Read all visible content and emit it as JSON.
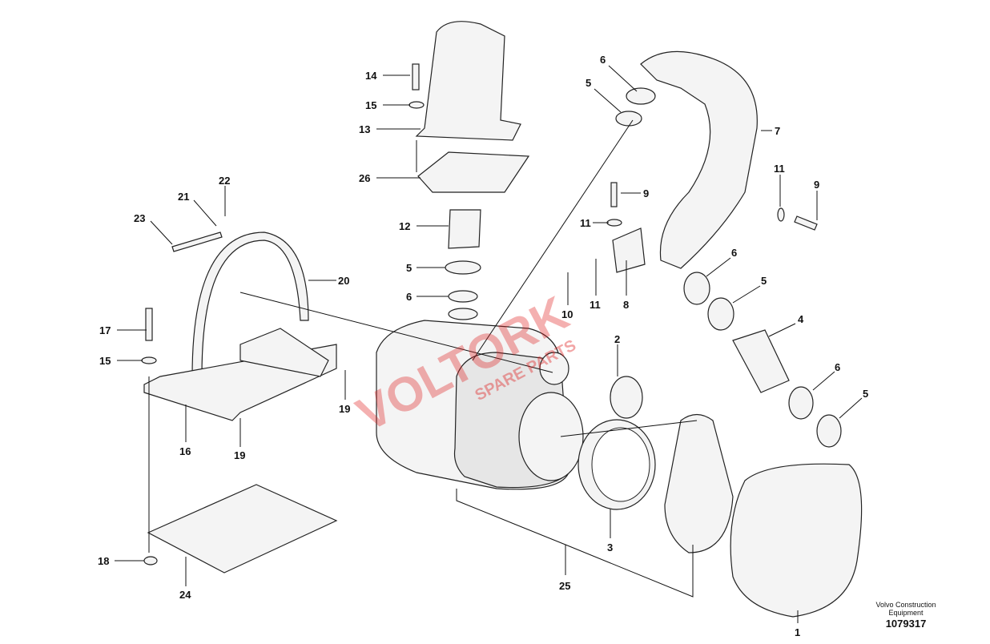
{
  "diagram": {
    "callouts": {
      "c14": "14",
      "c15a": "15",
      "c13": "13",
      "c26": "26",
      "c12": "12",
      "c5a": "5",
      "c6a": "6",
      "c22": "22",
      "c21": "21",
      "c23": "23",
      "c20": "20",
      "c17": "17",
      "c15b": "15",
      "c16": "16",
      "c19a": "19",
      "c19b": "19",
      "c18": "18",
      "c24": "24",
      "c25": "25",
      "c3": "3",
      "c2": "2",
      "c1": "1",
      "c4": "4",
      "c6b": "6",
      "c5b": "5",
      "c6c": "6",
      "c5c": "5",
      "c10": "10",
      "c11a": "11",
      "c8": "8",
      "c11b": "11",
      "c9a": "9",
      "c11c": "11",
      "c9b": "9",
      "c7": "7",
      "c6d": "6",
      "c5d": "5"
    },
    "watermark": {
      "main": "VOLTORK",
      "sub": "SPARE PARTS"
    },
    "footer": {
      "brand_line1": "Volvo Construction",
      "brand_line2": "Equipment",
      "drawing_number": "1079317"
    }
  }
}
